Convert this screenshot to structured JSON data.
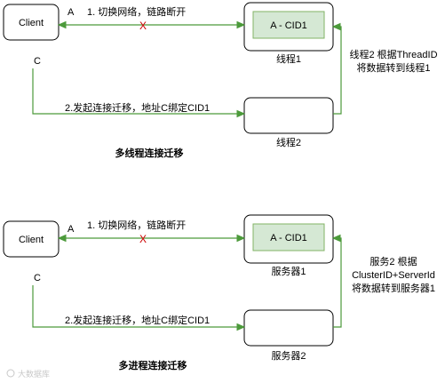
{
  "diagram1": {
    "client_label": "Client",
    "port_a": "A",
    "port_c": "C",
    "switch_label": "1. 切换网络，链路断开",
    "broken_mark": "X",
    "cid_label": "A - CID1",
    "server1_label": "线程1",
    "server2_label": "线程2",
    "route_note": [
      "线程2 根据ThreadID",
      "将数据转到线程1"
    ],
    "migrate_label": "2.发起连接迁移，地址C绑定CID1",
    "title": "多线程连接迁移"
  },
  "diagram2": {
    "client_label": "Client",
    "port_a": "A",
    "port_c": "C",
    "switch_label": "1. 切换网络，链路断开",
    "broken_mark": "X",
    "cid_label": "A - CID1",
    "server1_label": "服务器1",
    "server2_label": "服务器2",
    "route_note": [
      "服务2 根据",
      "ClusterID+ServerId",
      "将数据转到服务器1"
    ],
    "migrate_label": "2.发起连接迁移，地址C绑定CID1",
    "title": "多进程连接迁移"
  },
  "watermark": "大数据库",
  "colors": {
    "link": "#4c9a3b",
    "cid_fill": "#d5e8d4",
    "cid_stroke": "#82b366",
    "broken": "#cc0000"
  }
}
